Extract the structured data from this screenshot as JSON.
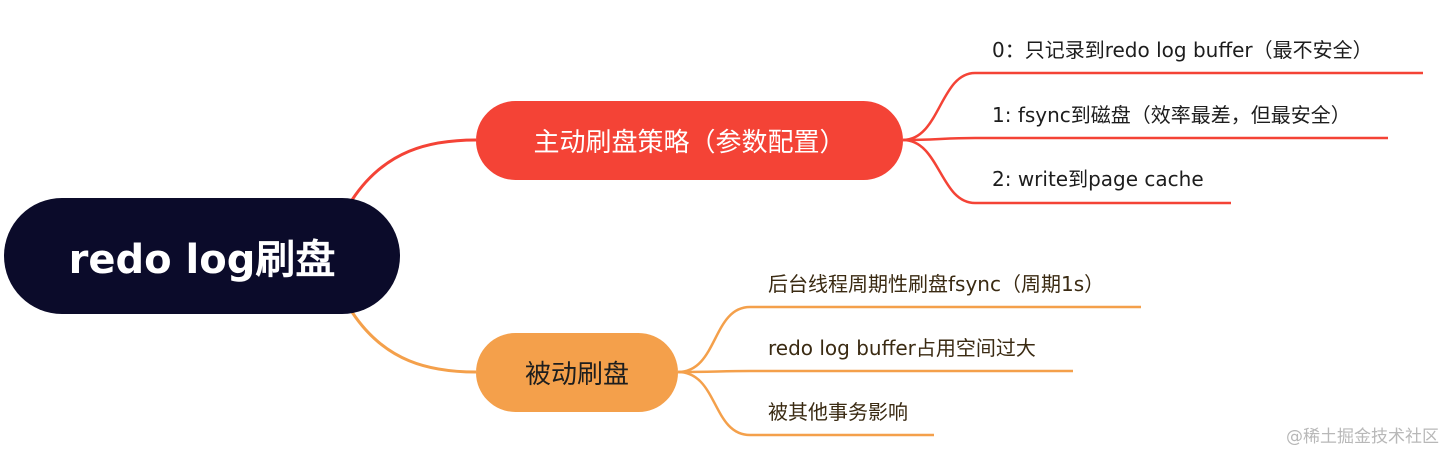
{
  "root": {
    "label": "redo log刷盘",
    "color": "#0b0b2a"
  },
  "branches": [
    {
      "label": "主动刷盘策略（参数配置）",
      "color": "#f44336",
      "children": [
        "0：只记录到redo log buffer（最不安全）",
        "1: fsync到磁盘（效率最差，但最安全）",
        "2: write到page cache"
      ]
    },
    {
      "label": "被动刷盘",
      "color": "#f4a04b",
      "children": [
        "后台线程周期性刷盘fsync（周期1s）",
        "redo log buffer占用空间过大",
        "被其他事务影响"
      ]
    }
  ],
  "watermark": "@稀土掘金技术社区"
}
